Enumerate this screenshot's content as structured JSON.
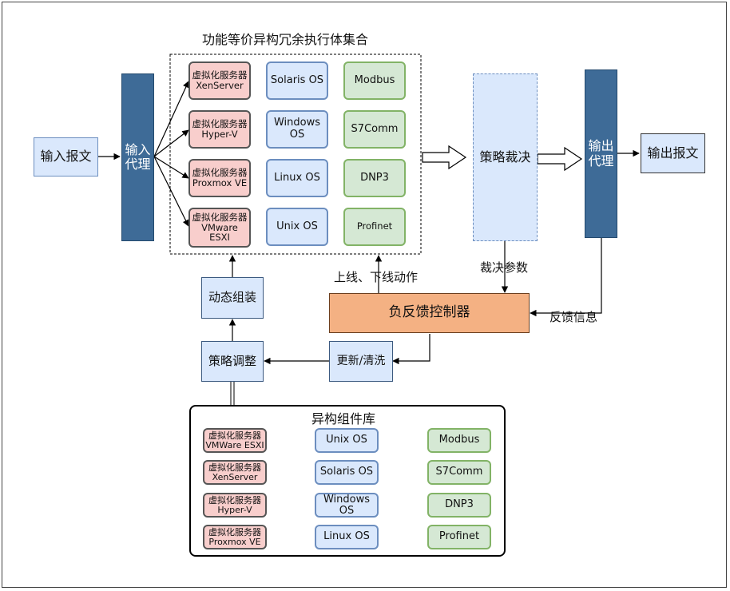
{
  "pool": {
    "title": "功能等价异构冗余执行体集合",
    "virt": [
      "虚拟化服务器\nXenServer",
      "虚拟化服务器\nHyper-V",
      "虚拟化服务器\nProxmox VE",
      "虚拟化服务器\nVMware\nESXI"
    ],
    "os": [
      "Solaris OS",
      "Windows\nOS",
      "Linux OS",
      "Unix OS"
    ],
    "proto": [
      "Modbus",
      "S7Comm",
      "DNP3",
      "Profinet"
    ]
  },
  "input_msg": "输入报文",
  "input_proxy": "输入\n代理",
  "strategy_decision": "策略裁决",
  "output_proxy": "输出\n代理",
  "output_msg": "输出报文",
  "decision_params": "裁决参数",
  "feedback_info": "反馈信息",
  "online_offline": "上线、下线动作",
  "controller": "负反馈控制器",
  "dynamic_assembly": "动态组装",
  "strategy_adjust": "策略调整",
  "update_clean": "更新/清洗",
  "library": {
    "title": "异构组件库",
    "virt": [
      "虚拟化服务器\nVMWare ESXI",
      "虚拟化服务器\nXenServer",
      "虚拟化服务器\nHyper-V",
      "虚拟化服务器\nProxmox VE"
    ],
    "os": [
      "Unix OS",
      "Solaris OS",
      "Windows\nOS",
      "Linux OS"
    ],
    "proto": [
      "Modbus",
      "S7Comm",
      "DNP3",
      "Profinet"
    ]
  },
  "colors": {
    "pink_fill": "#f8cecc",
    "blue_fill": "#dae8fc",
    "green_fill": "#d5e8d4",
    "navy": "#3e6b97",
    "orange": "#f4b183"
  }
}
